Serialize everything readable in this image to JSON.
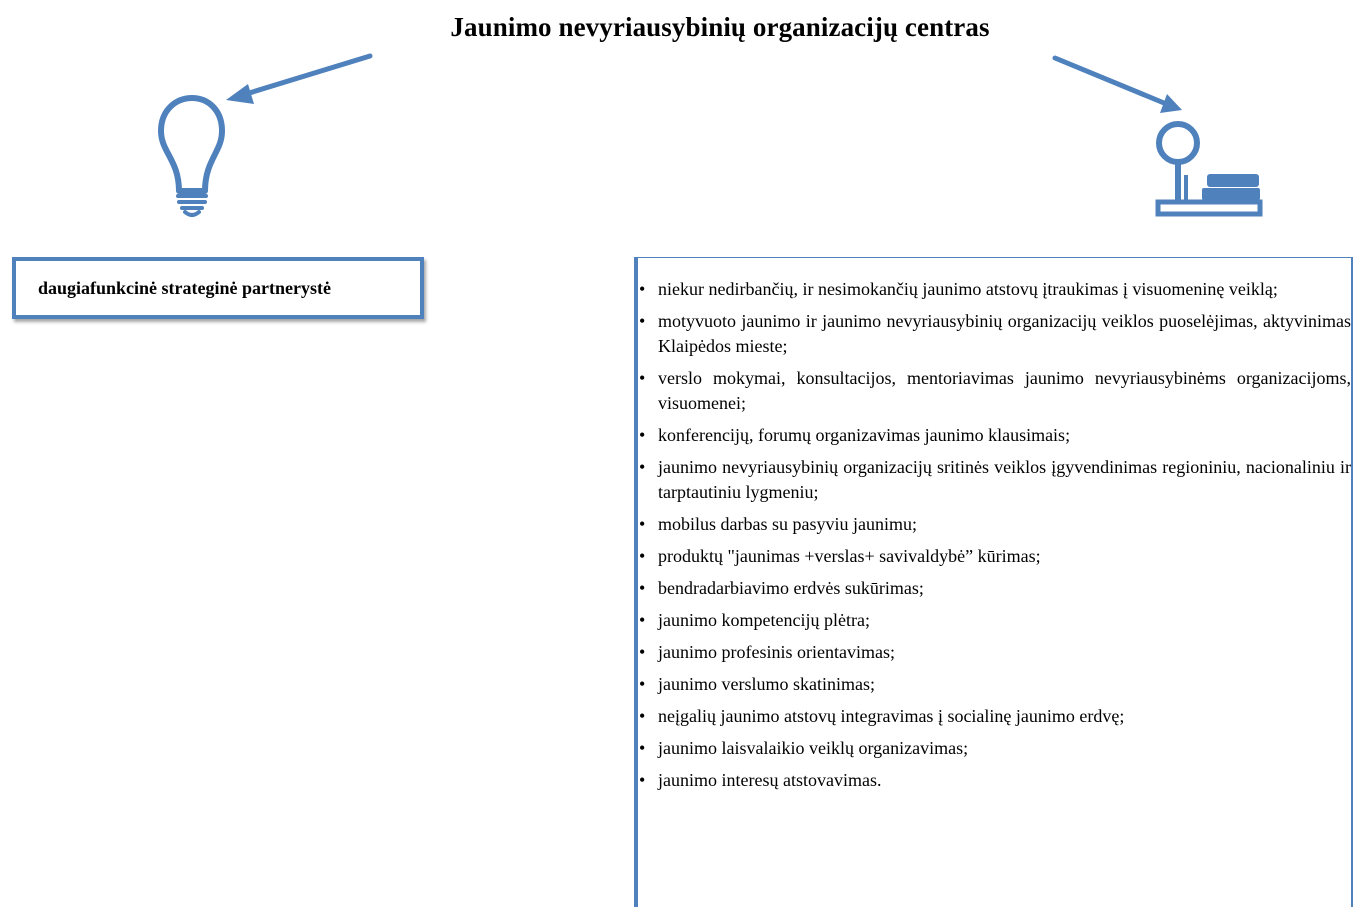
{
  "title": "Jaunimo nevyriausybinių organizacijų centras",
  "left_box": {
    "label": "daugiafunkcinė strateginė partnerystė"
  },
  "icons": {
    "left": "lightbulb-icon",
    "right": "desk-lamp-with-books-icon"
  },
  "colors": {
    "accent": "#4f81bd"
  },
  "activities": [
    "niekur nedirbančių, ir nesimokančių jaunimo atstovų įtraukimas į visuomeninę veiklą;",
    "motyvuoto jaunimo ir jaunimo nevyriausybinių organizacijų veiklos puoselėjimas, aktyvinimas Klaipėdos mieste;",
    "verslo mokymai, konsultacijos, mentoriavimas jaunimo nevyriausybinėms organizacijoms, visuomenei;",
    "konferencijų, forumų organizavimas jaunimo klausimais;",
    "jaunimo nevyriausybinių organizacijų sritinės veiklos įgyvendinimas regioniniu, nacionaliniu ir tarptautiniu lygmeniu;",
    "mobilus darbas su pasyviu jaunimu;",
    "produktų \"jaunimas +verslas+ savivaldybė” kūrimas;",
    "bendradarbiavimo erdvės sukūrimas;",
    "jaunimo kompetencijų plėtra;",
    "jaunimo profesinis orientavimas;",
    "jaunimo verslumo skatinimas;",
    "neįgalių jaunimo atstovų integravimas į socialinę jaunimo erdvę;",
    "jaunimo laisvalaikio veiklų organizavimas;",
    "jaunimo interesų atstovavimas."
  ]
}
